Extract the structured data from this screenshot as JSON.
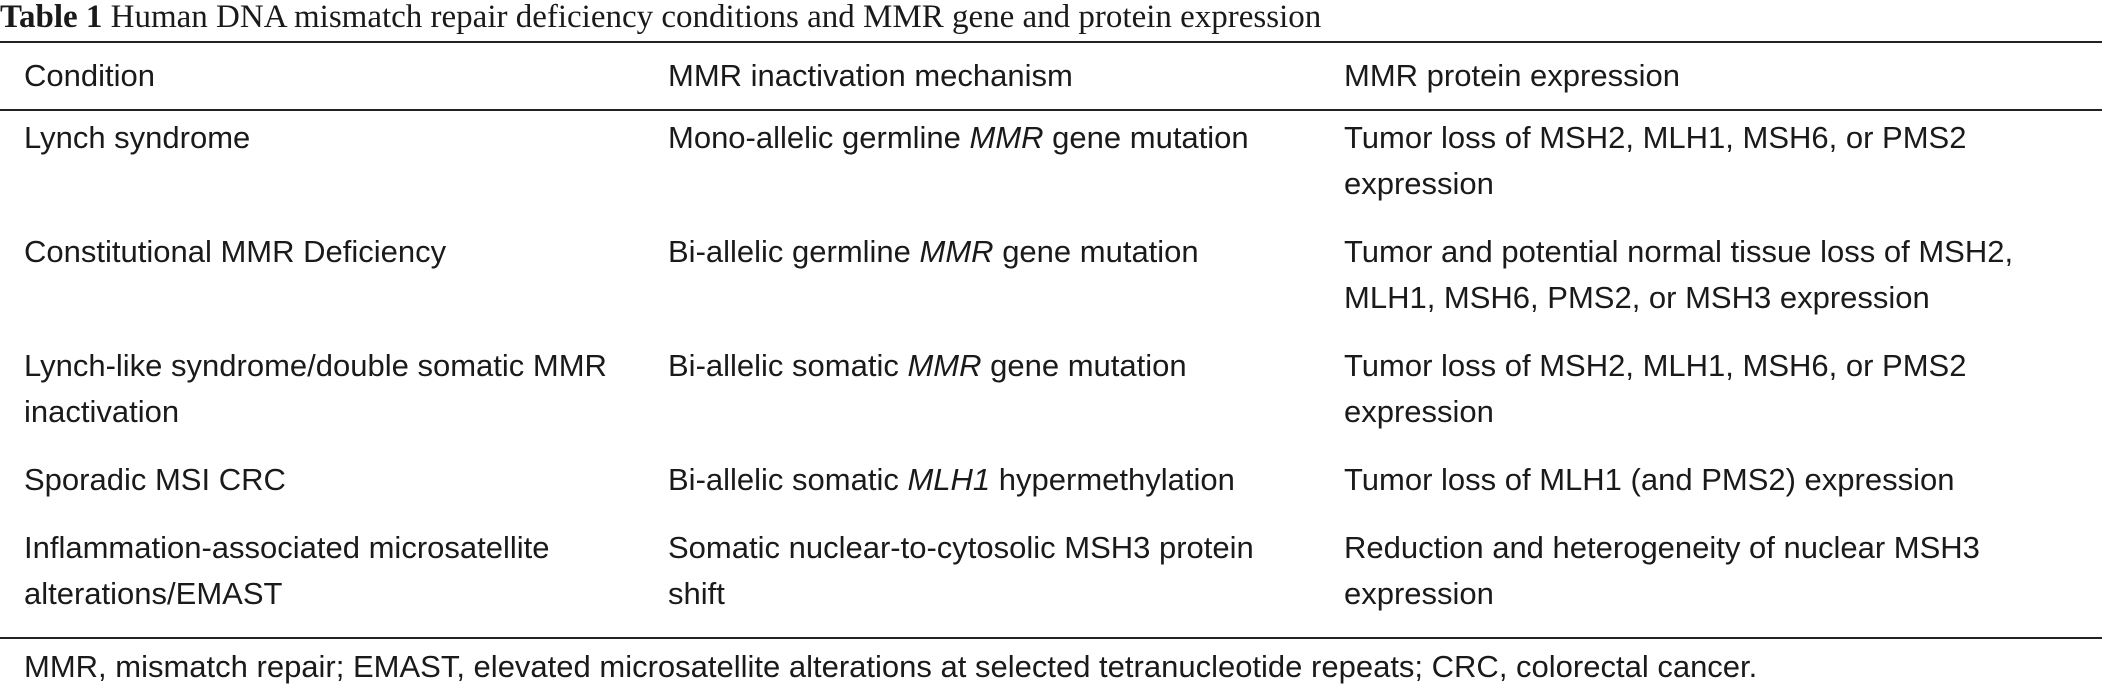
{
  "caption": {
    "label": "Table 1",
    "text": "Human DNA mismatch repair deficiency conditions and MMR gene and protein expression"
  },
  "columns": [
    "Condition",
    "MMR inactivation mechanism",
    "MMR protein expression"
  ],
  "rows": [
    {
      "condition": "Lynch syndrome",
      "mechanism": {
        "before": "Mono-allelic germline ",
        "italic": "MMR",
        "after": " gene mutation"
      },
      "expression": "Tumor loss of MSH2, MLH1, MSH6, or PMS2 expression"
    },
    {
      "condition": "Constitutional MMR Deficiency",
      "mechanism": {
        "before": "Bi-allelic germline ",
        "italic": "MMR",
        "after": " gene mutation"
      },
      "expression": "Tumor and potential normal tissue loss of MSH2, MLH1, MSH6, PMS2, or MSH3 expression"
    },
    {
      "condition": "Lynch-like syndrome/double somatic MMR inactivation",
      "mechanism": {
        "before": "Bi-allelic somatic ",
        "italic": "MMR",
        "after": " gene mutation"
      },
      "expression": "Tumor loss of MSH2, MLH1, MSH6, or PMS2 expression"
    },
    {
      "condition": "Sporadic MSI CRC",
      "mechanism": {
        "before": "Bi-allelic somatic ",
        "italic": "MLH1",
        "after": " hypermethylation"
      },
      "expression": "Tumor loss of MLH1 (and PMS2) expression"
    },
    {
      "condition": "Inflammation-associated microsatellite alterations/EMAST",
      "mechanism": {
        "before": "Somatic nuclear-to-cytosolic MSH3 protein shift",
        "italic": "",
        "after": ""
      },
      "expression": "Reduction and heterogeneity of nuclear MSH3 expression"
    }
  ],
  "footnote": "MMR, mismatch repair; EMAST, elevated microsatellite alterations at selected tetranucleotide repeats; CRC, colorectal cancer."
}
